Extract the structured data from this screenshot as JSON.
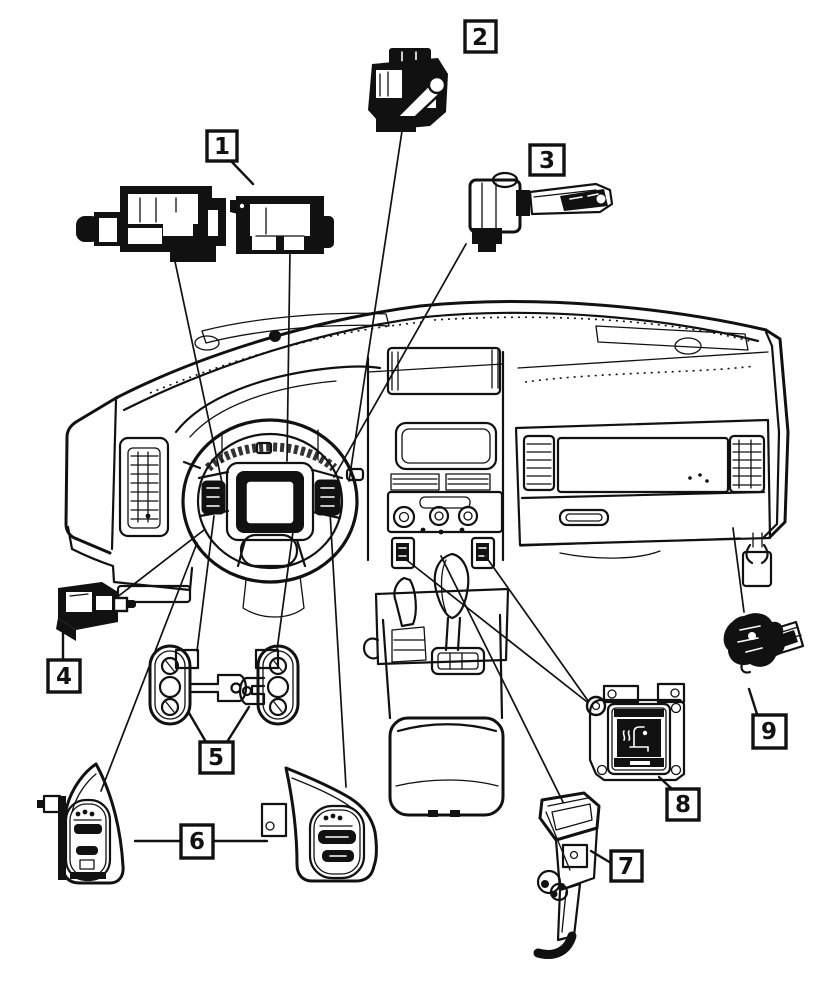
{
  "diagram": {
    "background_color": "#ffffff",
    "line_color": "#111111",
    "callouts": [
      {
        "label": "1"
      },
      {
        "label": "2"
      },
      {
        "label": "3"
      },
      {
        "label": "4"
      },
      {
        "label": "5"
      },
      {
        "label": "6"
      },
      {
        "label": "7"
      },
      {
        "label": "8"
      },
      {
        "label": "9"
      }
    ]
  }
}
